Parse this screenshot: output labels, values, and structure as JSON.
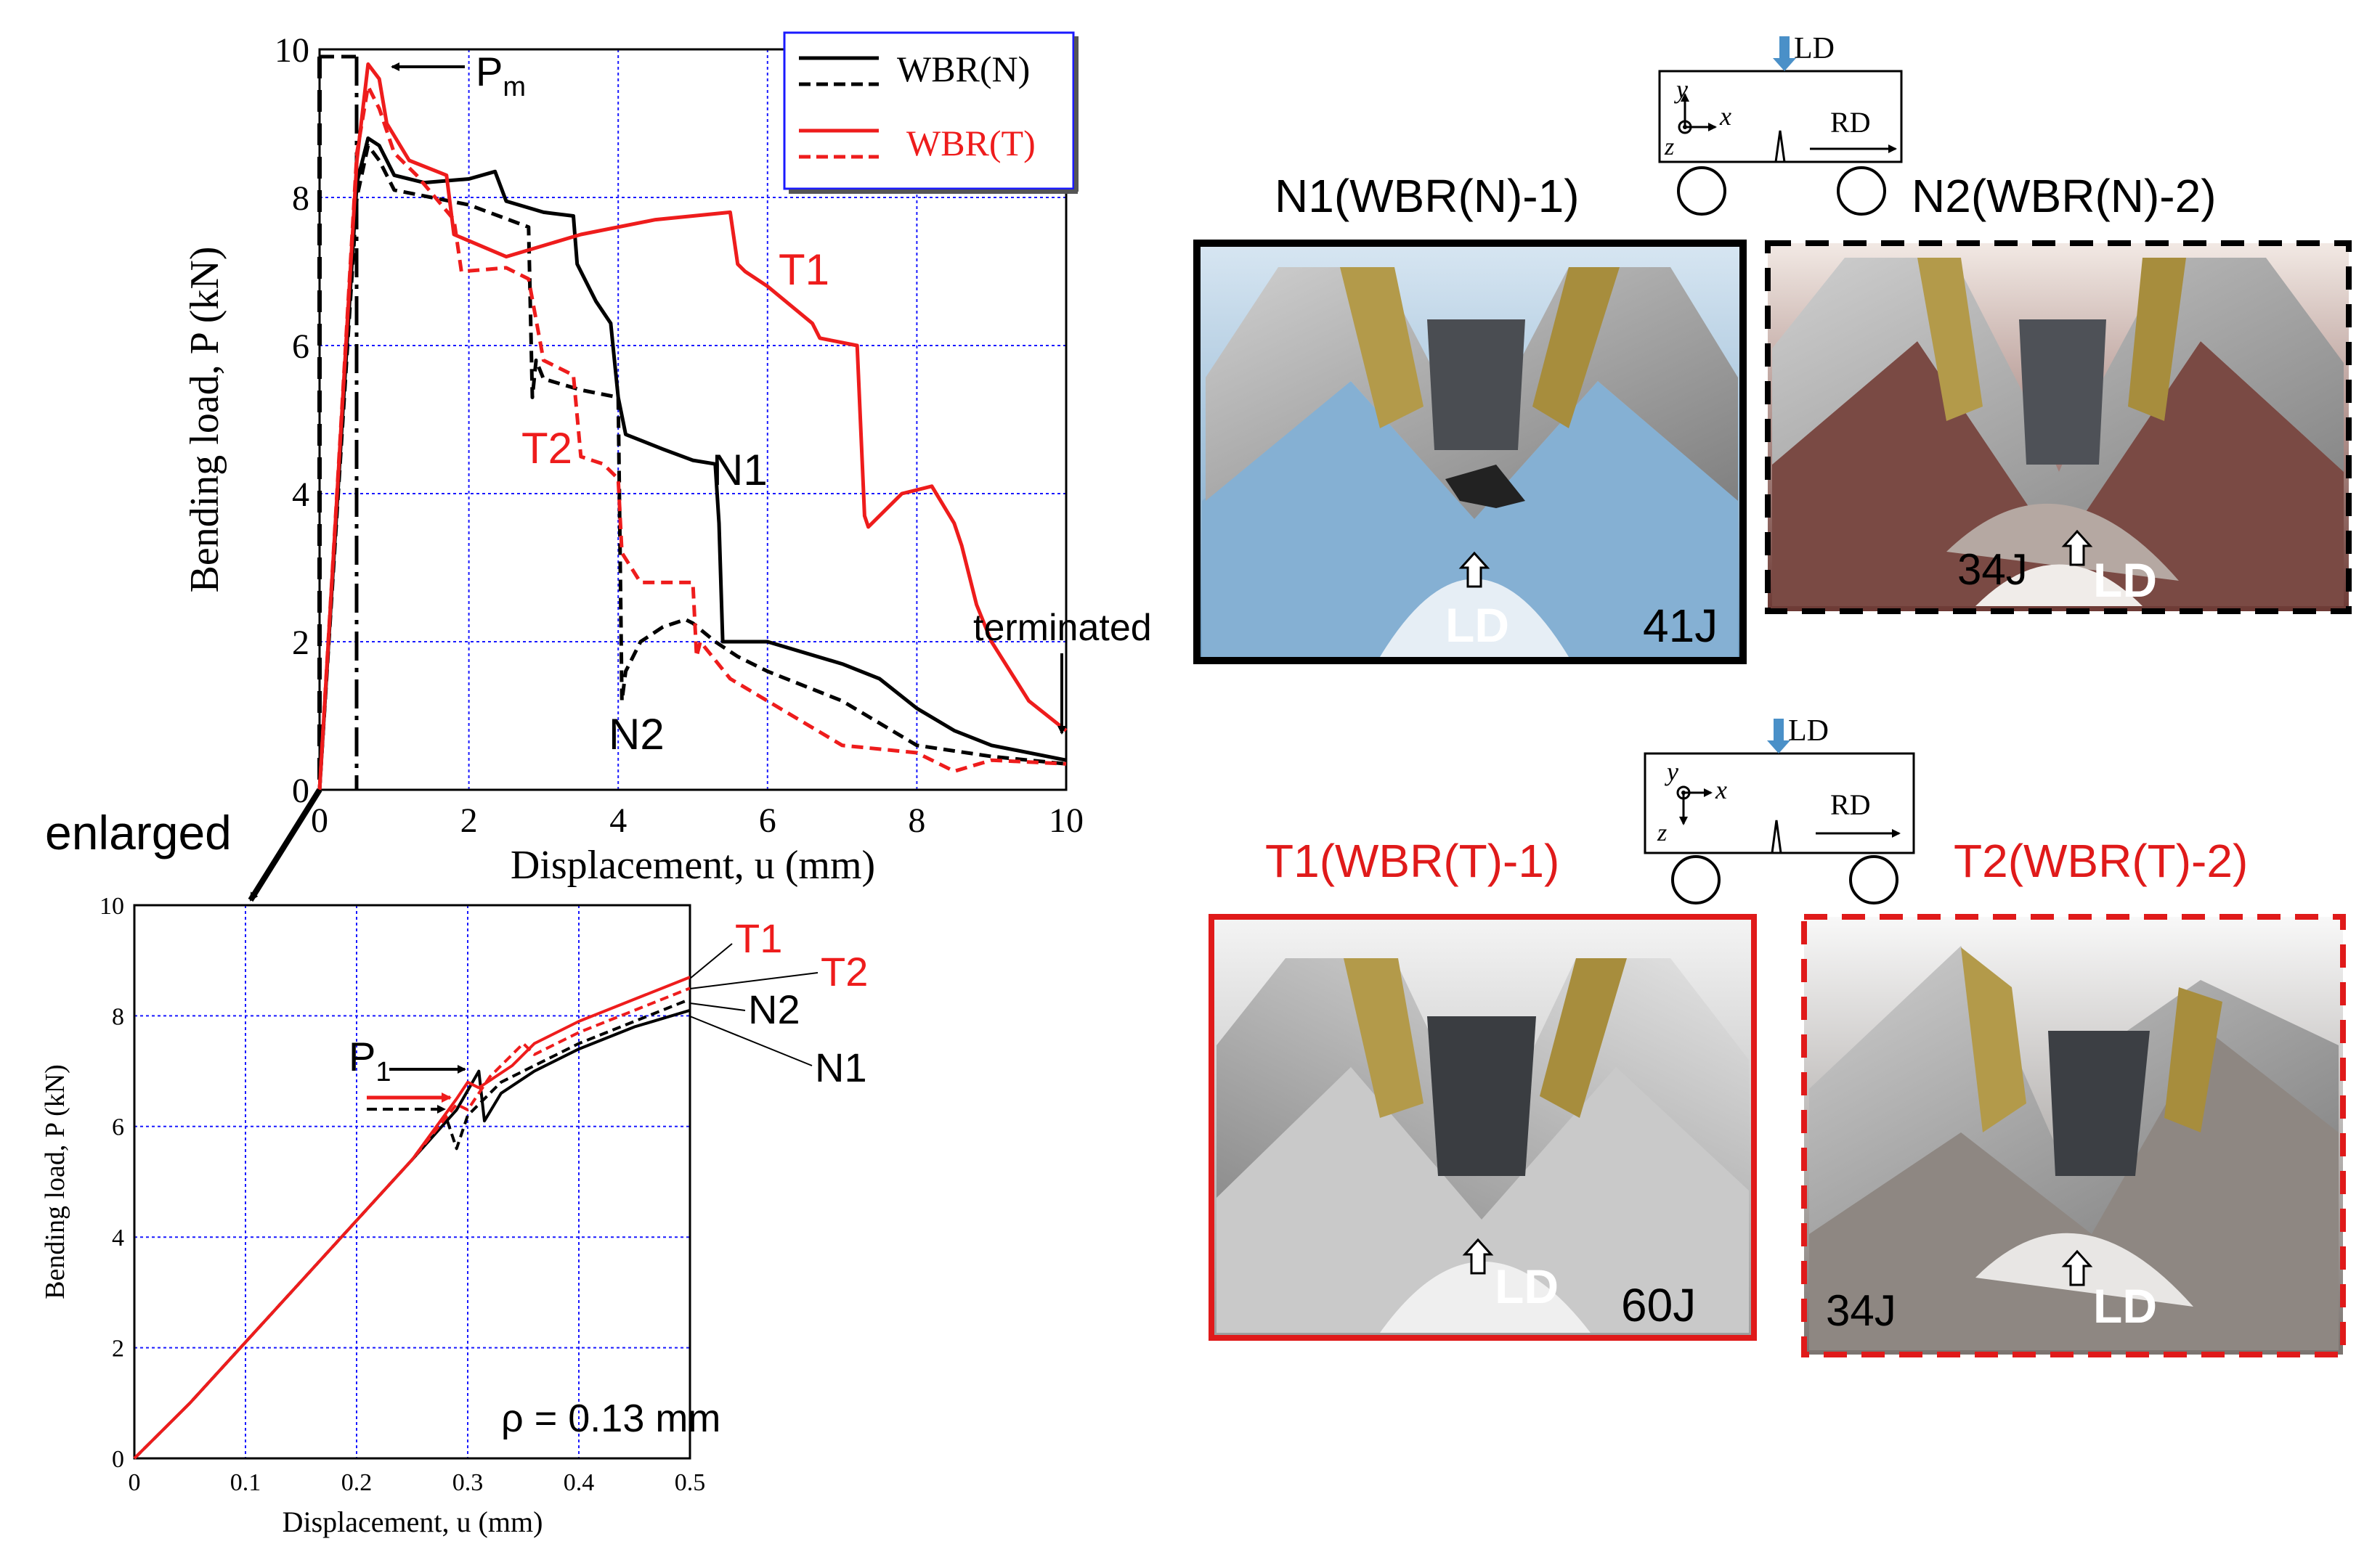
{
  "colors": {
    "n_series": "#000000",
    "t_series": "#ee1c1c",
    "grid": "#1a1aff",
    "panel_border_n": "#000000",
    "panel_border_t": "#e01a1a"
  },
  "chart_data": [
    {
      "type": "line",
      "xlabel": "Displacement, u (mm)",
      "ylabel": "Bending load, P (kN)",
      "xlim": [
        0,
        10
      ],
      "ylim": [
        0,
        10
      ],
      "xticks": [
        "0",
        "2",
        "4",
        "6",
        "8",
        "10"
      ],
      "yticks": [
        "0",
        "2",
        "4",
        "6",
        "8",
        "10"
      ],
      "grid": true,
      "legend_placement": "top-right",
      "legend": [
        "WBR(N)",
        "WBR(T)"
      ],
      "annotations": {
        "pm": "P",
        "pm_sub": "m",
        "terminated": "terminated",
        "enlarged": "enlarged",
        "T1": "T1",
        "T2": "T2",
        "N1": "N1",
        "N2": "N2"
      },
      "series": [
        {
          "name": "N1",
          "group": "WBR(N)",
          "style": "solid",
          "x": [
            0,
            0.5,
            0.65,
            0.8,
            1.0,
            1.4,
            2.0,
            2.35,
            2.5,
            3.0,
            3.4,
            3.45,
            3.7,
            3.9,
            4.0,
            4.1,
            4.6,
            5.0,
            5.3,
            5.35,
            5.4,
            5.5,
            6.0,
            7.0,
            7.5,
            8.0,
            8.5,
            9.0,
            10.0
          ],
          "y": [
            0,
            8.2,
            8.8,
            8.7,
            8.3,
            8.2,
            8.25,
            8.35,
            7.95,
            7.8,
            7.75,
            7.1,
            6.6,
            6.3,
            5.3,
            4.8,
            4.6,
            4.45,
            4.4,
            3.6,
            2.0,
            2.0,
            2.0,
            1.7,
            1.5,
            1.1,
            0.8,
            0.6,
            0.4
          ]
        },
        {
          "name": "N2",
          "group": "WBR(N)",
          "style": "dashed",
          "x": [
            0,
            0.5,
            0.65,
            0.8,
            1.0,
            1.5,
            2.0,
            2.8,
            2.85,
            2.9,
            3.0,
            3.5,
            4.0,
            4.05,
            4.1,
            4.3,
            4.6,
            4.9,
            5.0,
            5.3,
            5.6,
            6.0,
            7.0,
            8.0,
            9.0,
            10.0
          ],
          "y": [
            0,
            8.0,
            8.7,
            8.5,
            8.1,
            8.0,
            7.9,
            7.6,
            5.3,
            5.8,
            5.55,
            5.4,
            5.3,
            1.2,
            1.6,
            2.0,
            2.2,
            2.3,
            2.25,
            2.0,
            1.8,
            1.6,
            1.2,
            0.6,
            0.45,
            0.35
          ]
        },
        {
          "name": "T1",
          "group": "WBR(T)",
          "style": "solid",
          "x": [
            0,
            0.5,
            0.65,
            0.8,
            0.9,
            1.2,
            1.7,
            1.8,
            2.5,
            3.5,
            4.5,
            5.5,
            5.6,
            5.7,
            6.0,
            6.6,
            6.7,
            7.2,
            7.3,
            7.35,
            7.8,
            8.2,
            8.5,
            8.6,
            8.8,
            9.0,
            9.5,
            10.0
          ],
          "y": [
            0,
            8.5,
            9.8,
            9.6,
            9.0,
            8.5,
            8.3,
            7.5,
            7.2,
            7.5,
            7.7,
            7.8,
            7.1,
            7.0,
            6.8,
            6.3,
            6.1,
            6.0,
            3.7,
            3.55,
            4.0,
            4.1,
            3.6,
            3.3,
            2.5,
            2.0,
            1.2,
            0.8
          ]
        },
        {
          "name": "T2",
          "group": "WBR(T)",
          "style": "dashed",
          "x": [
            0,
            0.5,
            0.65,
            0.8,
            1.0,
            1.3,
            1.8,
            1.9,
            2.5,
            2.8,
            3.0,
            3.4,
            3.5,
            3.8,
            4.0,
            4.05,
            4.3,
            5.0,
            5.05,
            5.1,
            5.5,
            6.0,
            7.0,
            8.0,
            8.5,
            9.0,
            10.0
          ],
          "y": [
            0,
            8.6,
            9.5,
            9.2,
            8.6,
            8.3,
            7.7,
            7.0,
            7.05,
            6.9,
            5.8,
            5.6,
            4.5,
            4.4,
            4.2,
            3.2,
            2.8,
            2.8,
            1.8,
            2.0,
            1.5,
            1.2,
            0.6,
            0.5,
            0.25,
            0.4,
            0.35
          ]
        }
      ]
    },
    {
      "type": "line",
      "xlabel": "Displacement, u (mm)",
      "ylabel": "Bending load, P (kN)",
      "xlim": [
        0,
        0.5
      ],
      "ylim": [
        0,
        10
      ],
      "xticks": [
        "0",
        "0.1",
        "0.2",
        "0.3",
        "0.4",
        "0.5"
      ],
      "yticks": [
        "0",
        "2",
        "4",
        "6",
        "8",
        "10"
      ],
      "grid": true,
      "annotations": {
        "rho": "ρ = 0.13 mm",
        "p1": "P",
        "p1_sub": "1",
        "T1": "T1",
        "T2": "T2",
        "N2": "N2",
        "N1": "N1"
      },
      "series": [
        {
          "name": "N1",
          "style": "solid",
          "x": [
            0,
            0.05,
            0.1,
            0.15,
            0.2,
            0.25,
            0.29,
            0.31,
            0.315,
            0.33,
            0.36,
            0.4,
            0.45,
            0.5
          ],
          "y": [
            0,
            1.0,
            2.1,
            3.2,
            4.3,
            5.4,
            6.3,
            7.0,
            6.1,
            6.6,
            7.0,
            7.4,
            7.8,
            8.1
          ]
        },
        {
          "name": "N2",
          "style": "dashed",
          "x": [
            0,
            0.05,
            0.1,
            0.15,
            0.2,
            0.25,
            0.28,
            0.29,
            0.3,
            0.33,
            0.36,
            0.4,
            0.45,
            0.5
          ],
          "y": [
            0,
            1.0,
            2.1,
            3.2,
            4.3,
            5.4,
            6.2,
            5.6,
            6.2,
            6.8,
            7.1,
            7.5,
            7.9,
            8.3
          ]
        },
        {
          "name": "T1",
          "style": "solid",
          "x": [
            0,
            0.05,
            0.1,
            0.15,
            0.2,
            0.25,
            0.29,
            0.3,
            0.31,
            0.34,
            0.36,
            0.4,
            0.45,
            0.5
          ],
          "y": [
            0,
            1.0,
            2.1,
            3.2,
            4.3,
            5.4,
            6.5,
            6.8,
            6.7,
            7.1,
            7.5,
            7.9,
            8.3,
            8.7
          ]
        },
        {
          "name": "T2",
          "style": "dashed",
          "x": [
            0,
            0.05,
            0.1,
            0.15,
            0.2,
            0.25,
            0.29,
            0.3,
            0.32,
            0.35,
            0.36,
            0.4,
            0.45,
            0.5
          ],
          "y": [
            0,
            1.0,
            2.1,
            3.2,
            4.3,
            5.4,
            6.4,
            6.3,
            6.9,
            7.5,
            7.3,
            7.7,
            8.1,
            8.5
          ]
        }
      ]
    }
  ],
  "specimens": {
    "top_diagram": {
      "ld": "LD",
      "rd": "RD",
      "y": "y",
      "x": "x",
      "z": "z"
    },
    "bottom_diagram": {
      "ld": "LD",
      "rd": "RD",
      "y": "y",
      "x": "x",
      "z": "z"
    },
    "N1": {
      "title": "N1(WBR(N)-1)",
      "energy": "41J",
      "ld": "LD"
    },
    "N2": {
      "title": "N2(WBR(N)-2)",
      "energy": "34J",
      "ld": "LD"
    },
    "T1": {
      "title": "T1(WBR(T)-1)",
      "energy": "60J",
      "ld": "LD"
    },
    "T2": {
      "title": "T2(WBR(T)-2)",
      "energy": "34J",
      "ld": "LD"
    }
  }
}
